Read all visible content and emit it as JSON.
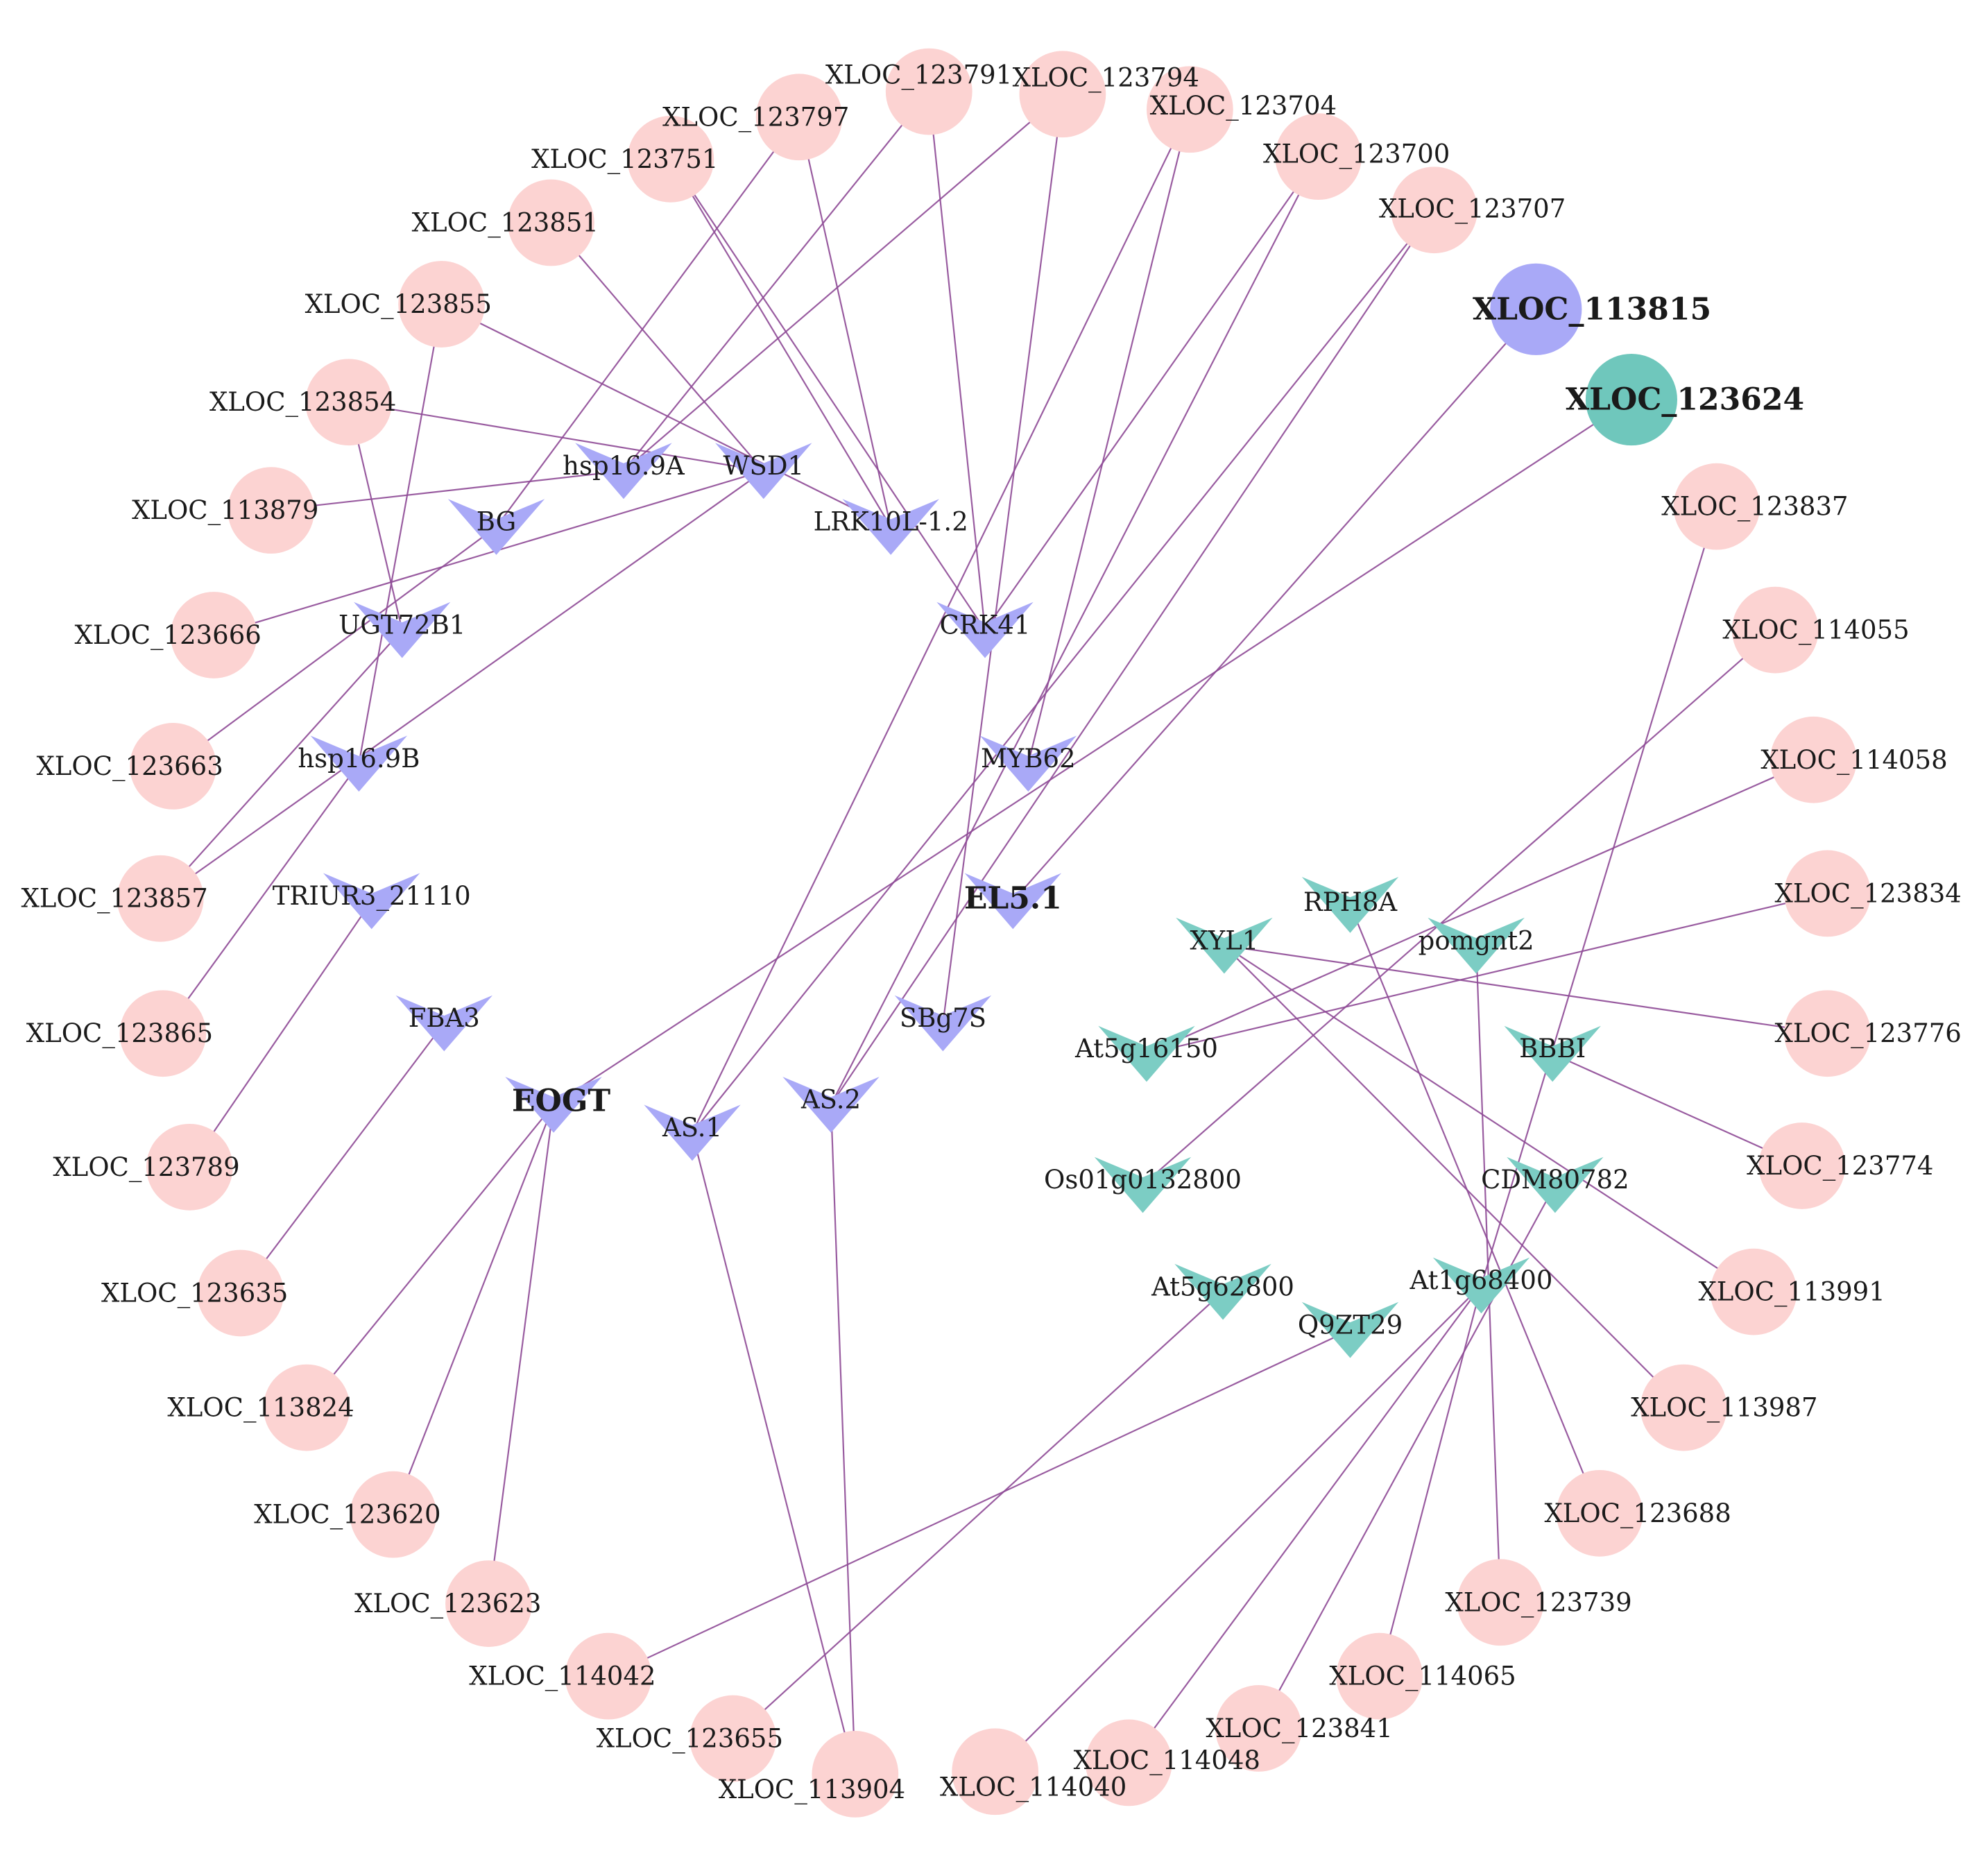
{
  "colors": {
    "lnc_node": "#fcd3d2",
    "gene_purple": "#a9a9f7",
    "gene_teal": "#7ccdc4",
    "hub_purple": "#a9a9f7",
    "hub_teal": "#6fc7bc",
    "edge": "#8e4a96"
  },
  "nodes": [
    {
      "id": "XLOC_123791",
      "type": "lnc"
    },
    {
      "id": "XLOC_123794",
      "type": "lnc"
    },
    {
      "id": "XLOC_123797",
      "type": "lnc"
    },
    {
      "id": "XLOC_123704",
      "type": "lnc"
    },
    {
      "id": "XLOC_123751",
      "type": "lnc"
    },
    {
      "id": "XLOC_123700",
      "type": "lnc"
    },
    {
      "id": "XLOC_123707",
      "type": "lnc"
    },
    {
      "id": "XLOC_123851",
      "type": "lnc"
    },
    {
      "id": "XLOC_123855",
      "type": "lnc"
    },
    {
      "id": "XLOC_123854",
      "type": "lnc"
    },
    {
      "id": "XLOC_113879",
      "type": "lnc"
    },
    {
      "id": "XLOC_123666",
      "type": "lnc"
    },
    {
      "id": "XLOC_123663",
      "type": "lnc"
    },
    {
      "id": "XLOC_123857",
      "type": "lnc"
    },
    {
      "id": "XLOC_123865",
      "type": "lnc"
    },
    {
      "id": "XLOC_123789",
      "type": "lnc"
    },
    {
      "id": "XLOC_123635",
      "type": "lnc"
    },
    {
      "id": "XLOC_113824",
      "type": "lnc"
    },
    {
      "id": "XLOC_123620",
      "type": "lnc"
    },
    {
      "id": "XLOC_123623",
      "type": "lnc"
    },
    {
      "id": "XLOC_114042",
      "type": "lnc"
    },
    {
      "id": "XLOC_123655",
      "type": "lnc"
    },
    {
      "id": "XLOC_113904",
      "type": "lnc"
    },
    {
      "id": "XLOC_114040",
      "type": "lnc"
    },
    {
      "id": "XLOC_114048",
      "type": "lnc"
    },
    {
      "id": "XLOC_123841",
      "type": "lnc"
    },
    {
      "id": "XLOC_114065",
      "type": "lnc"
    },
    {
      "id": "XLOC_123739",
      "type": "lnc"
    },
    {
      "id": "XLOC_123688",
      "type": "lnc"
    },
    {
      "id": "XLOC_113987",
      "type": "lnc"
    },
    {
      "id": "XLOC_113991",
      "type": "lnc"
    },
    {
      "id": "XLOC_123774",
      "type": "lnc"
    },
    {
      "id": "XLOC_123776",
      "type": "lnc"
    },
    {
      "id": "XLOC_123834",
      "type": "lnc"
    },
    {
      "id": "XLOC_114058",
      "type": "lnc"
    },
    {
      "id": "XLOC_114055",
      "type": "lnc"
    },
    {
      "id": "XLOC_123837",
      "type": "lnc"
    },
    {
      "id": "XLOC_113815",
      "type": "hub_purple"
    },
    {
      "id": "XLOC_123624",
      "type": "hub_teal"
    },
    {
      "id": "hsp16.9A",
      "type": "gene_purple"
    },
    {
      "id": "WSD1",
      "type": "gene_purple"
    },
    {
      "id": "BG",
      "type": "gene_purple"
    },
    {
      "id": "LRK10L-1.2",
      "type": "gene_purple"
    },
    {
      "id": "UGT72B1",
      "type": "gene_purple"
    },
    {
      "id": "CRK41",
      "type": "gene_purple"
    },
    {
      "id": "hsp16.9B",
      "type": "gene_purple"
    },
    {
      "id": "MYB62",
      "type": "gene_purple"
    },
    {
      "id": "TRIUR3_21110",
      "type": "gene_purple"
    },
    {
      "id": "EL5.1",
      "type": "gene_purple"
    },
    {
      "id": "FBA3",
      "type": "gene_purple"
    },
    {
      "id": "SBg7S",
      "type": "gene_purple"
    },
    {
      "id": "EOGT",
      "type": "gene_purple"
    },
    {
      "id": "AS.1",
      "type": "gene_purple"
    },
    {
      "id": "AS.2",
      "type": "gene_purple"
    },
    {
      "id": "RPH8A",
      "type": "gene_teal"
    },
    {
      "id": "XYL1",
      "type": "gene_teal"
    },
    {
      "id": "pomgnt2",
      "type": "gene_teal"
    },
    {
      "id": "At5g16150",
      "type": "gene_teal"
    },
    {
      "id": "BBBI",
      "type": "gene_teal"
    },
    {
      "id": "Os01g0132800",
      "type": "gene_teal"
    },
    {
      "id": "CDM80782",
      "type": "gene_teal"
    },
    {
      "id": "At5g62800",
      "type": "gene_teal"
    },
    {
      "id": "At1g68400",
      "type": "gene_teal"
    },
    {
      "id": "Q9ZT29",
      "type": "gene_teal"
    }
  ],
  "edges": [
    [
      "XLOC_123791",
      "hsp16.9A"
    ],
    [
      "XLOC_123791",
      "CRK41"
    ],
    [
      "XLOC_123794",
      "hsp16.9A"
    ],
    [
      "XLOC_123794",
      "SBg7S"
    ],
    [
      "XLOC_123797",
      "BG"
    ],
    [
      "XLOC_123797",
      "LRK10L-1.2"
    ],
    [
      "XLOC_123751",
      "LRK10L-1.2"
    ],
    [
      "XLOC_123751",
      "CRK41"
    ],
    [
      "XLOC_123704",
      "AS.1"
    ],
    [
      "XLOC_123704",
      "MYB62"
    ],
    [
      "XLOC_123700",
      "AS.2"
    ],
    [
      "XLOC_123700",
      "CRK41"
    ],
    [
      "XLOC_123707",
      "AS.1"
    ],
    [
      "XLOC_123707",
      "AS.2"
    ],
    [
      "XLOC_123851",
      "WSD1"
    ],
    [
      "XLOC_123855",
      "LRK10L-1.2"
    ],
    [
      "XLOC_123855",
      "hsp16.9B"
    ],
    [
      "XLOC_123854",
      "WSD1"
    ],
    [
      "XLOC_123854",
      "UGT72B1"
    ],
    [
      "XLOC_113879",
      "hsp16.9A"
    ],
    [
      "XLOC_123666",
      "WSD1"
    ],
    [
      "XLOC_123663",
      "BG"
    ],
    [
      "XLOC_123857",
      "UGT72B1"
    ],
    [
      "XLOC_123857",
      "WSD1"
    ],
    [
      "XLOC_123865",
      "hsp16.9B"
    ],
    [
      "XLOC_123789",
      "TRIUR3_21110"
    ],
    [
      "XLOC_123635",
      "FBA3"
    ],
    [
      "XLOC_113824",
      "EOGT"
    ],
    [
      "XLOC_123620",
      "EOGT"
    ],
    [
      "XLOC_123623",
      "EOGT"
    ],
    [
      "XLOC_113904",
      "AS.1"
    ],
    [
      "XLOC_113904",
      "AS.2"
    ],
    [
      "XLOC_113815",
      "EL5.1"
    ],
    [
      "XLOC_123624",
      "EOGT"
    ],
    [
      "XLOC_114042",
      "Q9ZT29"
    ],
    [
      "XLOC_123655",
      "At5g62800"
    ],
    [
      "XLOC_114040",
      "At1g68400"
    ],
    [
      "XLOC_114048",
      "At1g68400"
    ],
    [
      "XLOC_123841",
      "CDM80782"
    ],
    [
      "XLOC_114065",
      "At1g68400"
    ],
    [
      "XLOC_123739",
      "pomgnt2"
    ],
    [
      "XLOC_123688",
      "RPH8A"
    ],
    [
      "XLOC_113987",
      "XYL1"
    ],
    [
      "XLOC_113991",
      "XYL1"
    ],
    [
      "XLOC_123774",
      "BBBI"
    ],
    [
      "XLOC_123776",
      "XYL1"
    ],
    [
      "XLOC_123834",
      "At5g16150"
    ],
    [
      "XLOC_114058",
      "At5g16150"
    ],
    [
      "XLOC_114055",
      "Os01g0132800"
    ],
    [
      "XLOC_123837",
      "At1g68400"
    ]
  ]
}
